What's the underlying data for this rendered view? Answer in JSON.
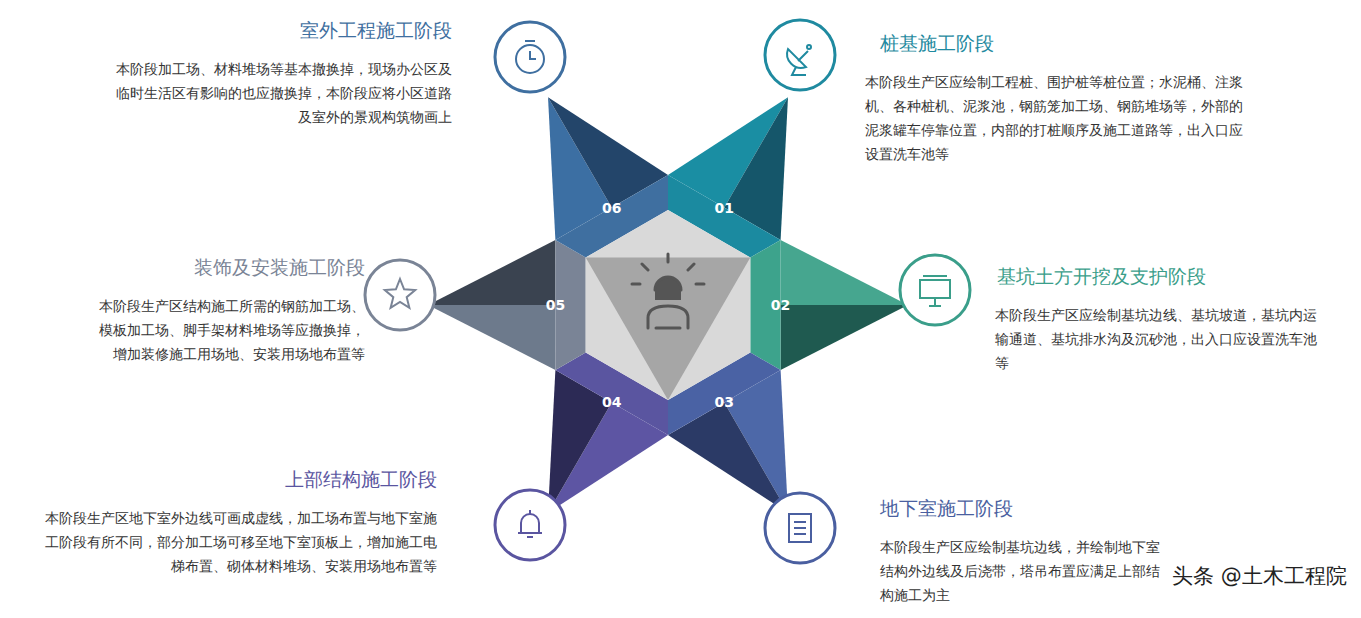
{
  "diagram": {
    "nodes": [
      {
        "text": [
          "桩基施工阶段",
          "本阶段生产区应绘制工程桩、围护桩等桩位置；水泥桶、注浆机、各种桩机、泥浆池，钢筋笼加工场、钢筋堆场等，外部的泥浆罐车停靠位置，内部的打桩顺序及施工道路等，出入口应设置洗车池等"
        ]
      },
      {
        "text": [
          "基坑土方开挖及支护阶段",
          "本阶段生产区应绘制基坑边线、基坑坡道，基坑内运输通道、基坑排水沟及沉砂池，出入口应设置洗车池等"
        ]
      },
      {
        "text": [
          "地下室施工阶段",
          "本阶段生产区应绘制基坑边线，并绘制地下室结构外边线及后浇带，塔吊布置应满足上部结构施工为主"
        ]
      },
      {
        "text": [
          "上部结构施工阶段",
          "本阶段生产区地下室外边线可画成虚线，加工场布置与地下室施工阶段有所不同，部分加工场可移至地下室顶板上，增加施工电梯布置、砌体材料堆场、安装用场地布置等"
        ]
      },
      {
        "text": [
          "装饰及安装施工阶段",
          "本阶段生产区结构施工所需的钢筋加工场、模板加工场、脚手架材料堆场等应撤换掉，增加装修施工用场地、安装用场地布置等"
        ]
      },
      {
        "text": [
          "室外工程施工阶段",
          "本阶段加工场、材料堆场等基本撤换掉，现场办公区及临时生活区有影响的也应撤换掉，本阶段应将小区道路及室外的景观构筑物画上"
        ]
      }
    ],
    "labels": [
      "01",
      "02",
      "03",
      "04",
      "05",
      "06",
      "头条 @土木工程院"
    ]
  }
}
